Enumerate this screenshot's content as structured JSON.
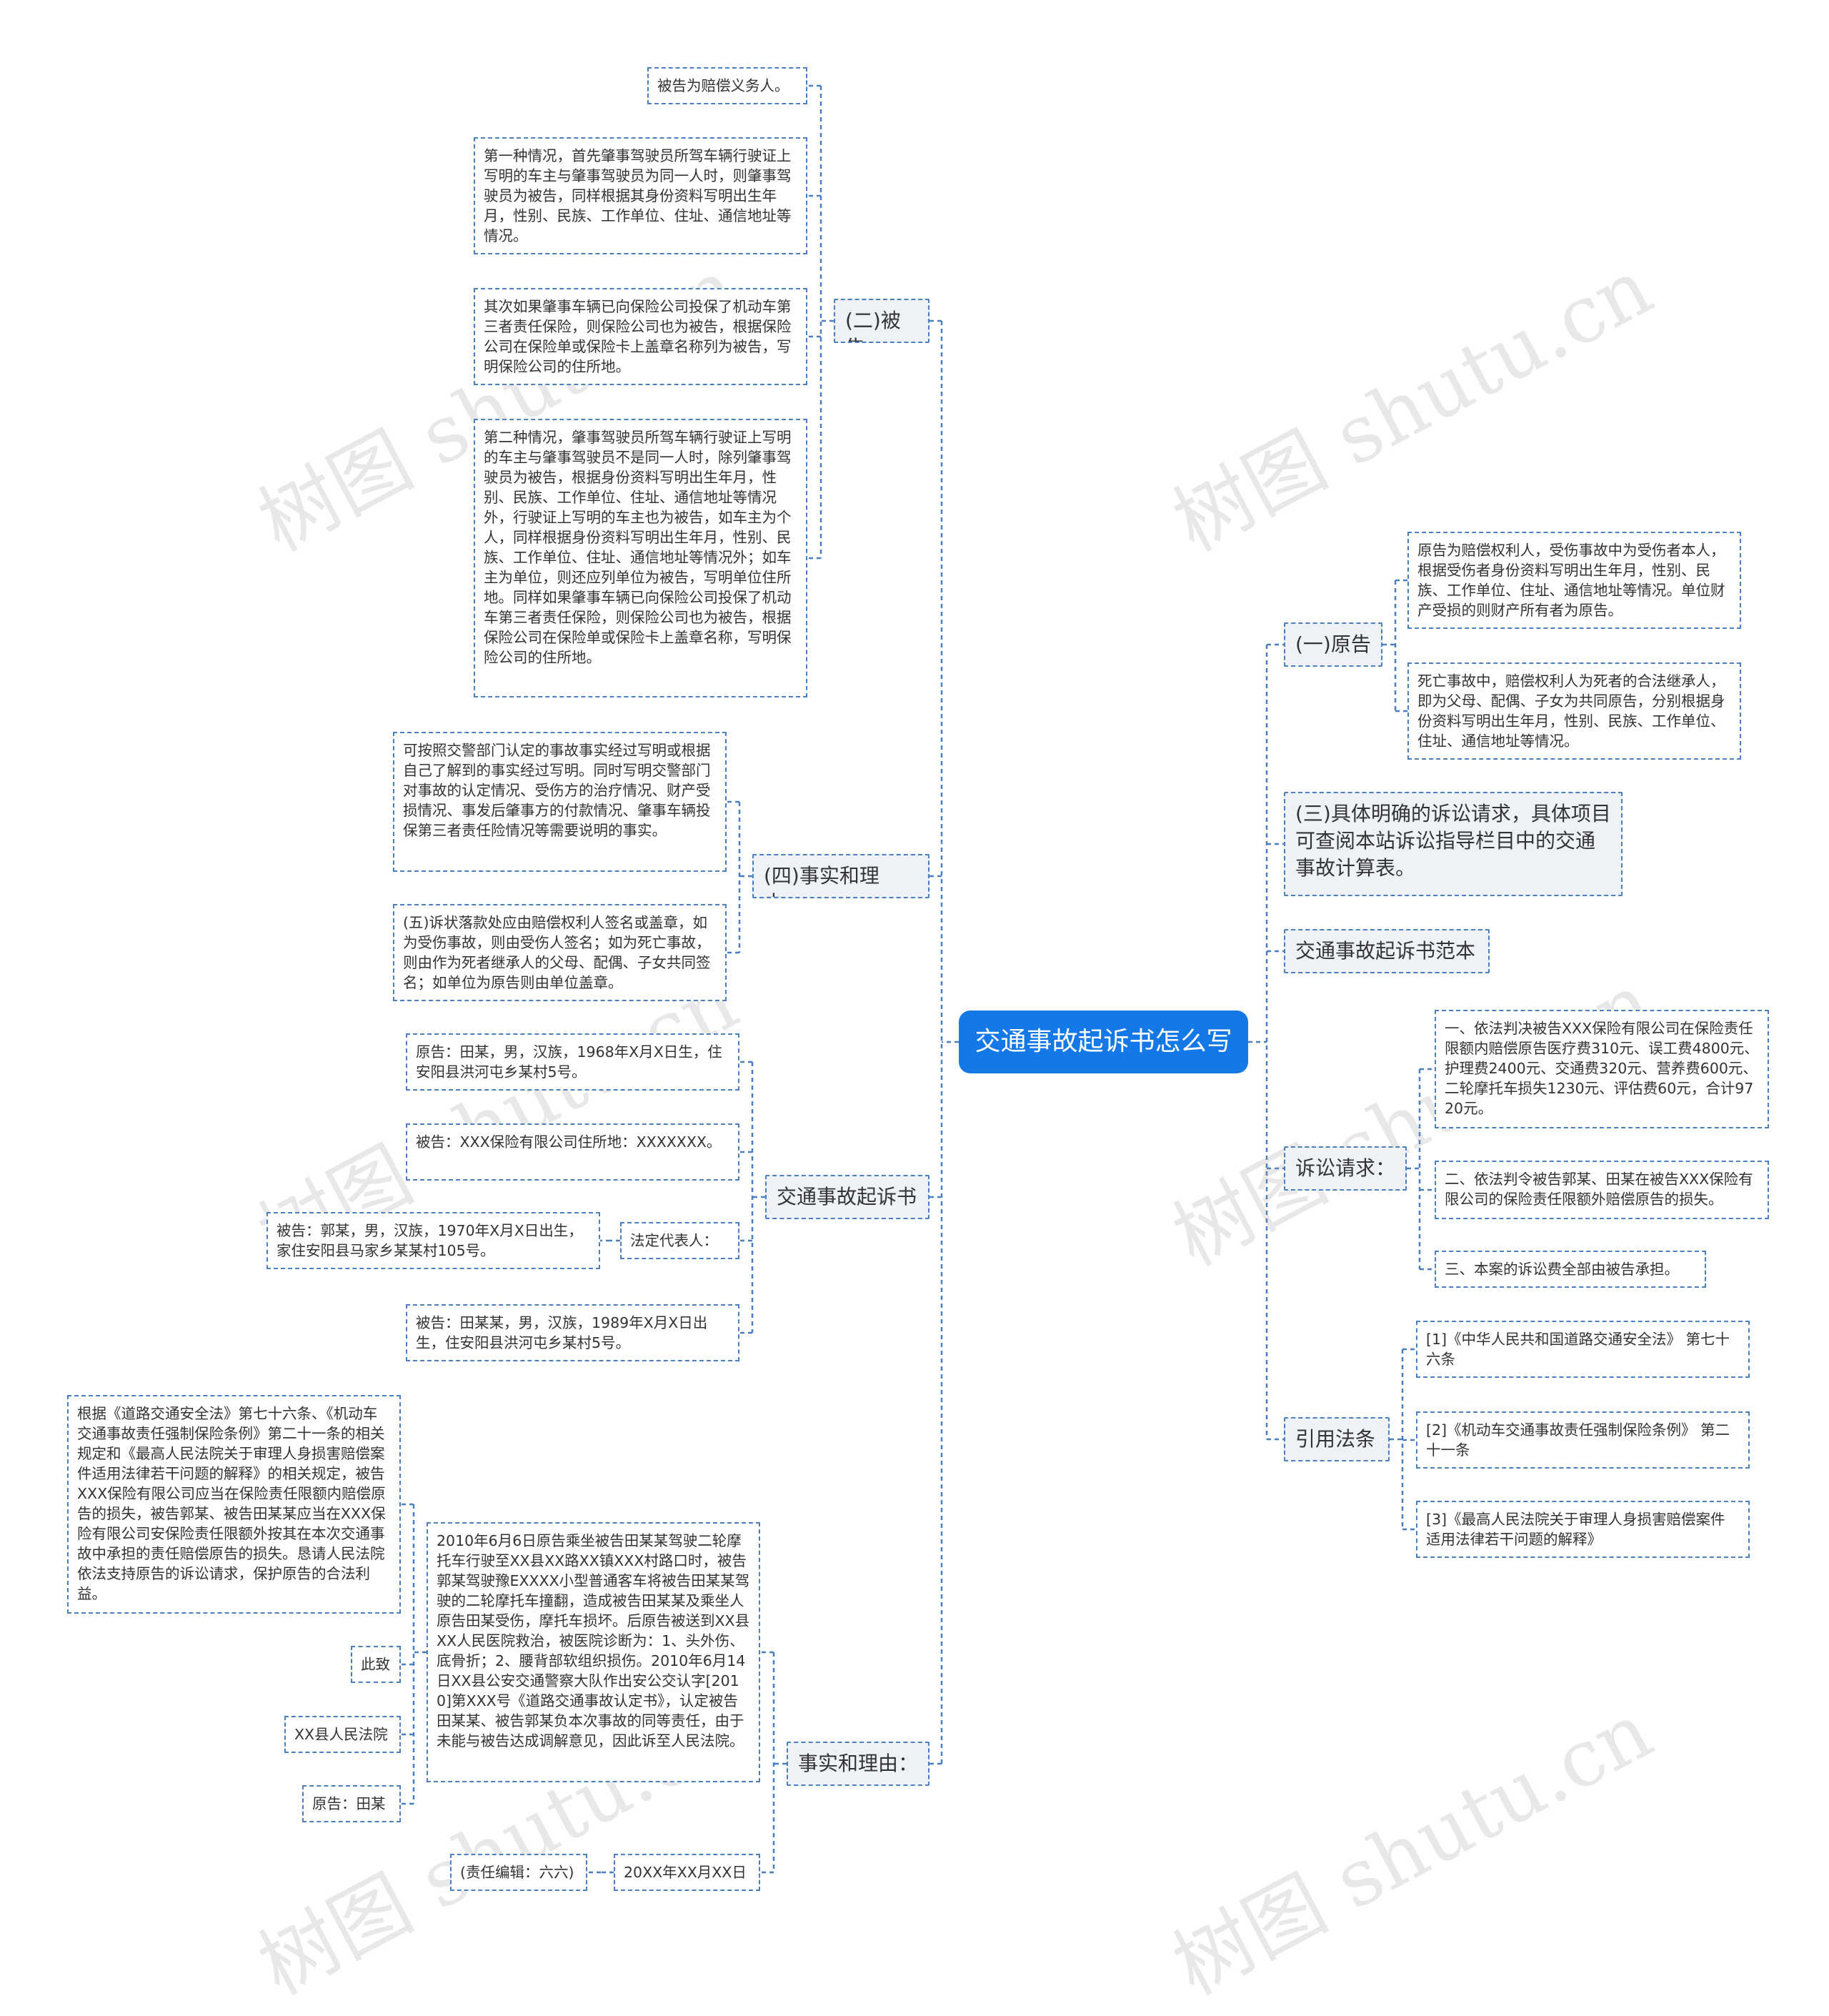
{
  "root": "交通事故起诉书怎么写",
  "left": {
    "defendant": {
      "label": "(二)被告",
      "items": [
        "被告为赔偿义务人。",
        "第一种情况，首先肇事驾驶员所驾车辆行驶证上写明的车主与肇事驾驶员为同一人时，则肇事驾驶员为被告，同样根据其身份资料写明出生年月，性别、民族、工作单位、住址、通信地址等情况。",
        "其次如果肇事车辆已向保险公司投保了机动车第三者责任保险，则保险公司也为被告，根据保险公司在保险单或保险卡上盖章名称列为被告，写明保险公司的住所地。",
        "第二种情况，肇事驾驶员所驾车辆行驶证上写明的车主与肇事驾驶员不是同一人时，除列肇事驾驶员为被告，根据身份资料写明出生年月，性别、民族、工作单位、住址、通信地址等情况外，行驶证上写明的车主也为被告，如车主为个人，同样根据身份资料写明出生年月，性别、民族、工作单位、住址、通信地址等情况外；如车主为单位，则还应列单位为被告，写明单位住所地。同样如果肇事车辆已向保险公司投保了机动车第三者责任保险，则保险公司也为被告，根据保险公司在保险单或保险卡上盖章名称，写明保险公司的住所地。"
      ]
    },
    "facts4": {
      "label": "(四)事实和理由：",
      "items": [
        "可按照交警部门认定的事故事实经过写明或根据自己了解到的事实经过写明。同时写明交警部门对事故的认定情况、受伤方的治疗情况、财产受损情况、事发后肇事方的付款情况、肇事车辆投保第三者责任险情况等需要说明的事实。",
        "(五)诉状落款处应由赔偿权利人签名或盖章，如为受伤事故，则由受伤人签名；如为死亡事故，则由作为死者继承人的父母、配偶、子女共同签名；如单位为原告则由单位盖章。"
      ]
    },
    "complaint": {
      "label": "交通事故起诉书",
      "items": [
        "原告：田某，男，汉族，1968年X月X日生，住安阳县洪河屯乡某村5号。",
        "被告：XXX保险有限公司住所地：XXXXXXX。",
        "法定代表人：",
        "被告：田某某，男，汉族，1989年X月X日出生，住安阳县洪河屯乡某村5号。"
      ],
      "rep_child": "被告：郭某，男，汉族，1970年X月X日出生，家住安阳县马家乡某某村105号。"
    },
    "facts": {
      "label": "事实和理由：",
      "narrative": "2010年6月6日原告乘坐被告田某某驾驶二轮摩托车行驶至XX县XX路XX镇XXX村路口时，被告郭某驾驶豫EXXXX小型普通客车将被告田某某驾驶的二轮摩托车撞翻，造成被告田某某及乘坐人原告田某受伤，摩托车损坏。后原告被送到XX县XX人民医院救治，被医院诊断为：1、头外伤、底骨折；2、腰背部软组织损伤。2010年6月14日XX县公安交通警察大队作出安公交认字[2010]第XXX号《道路交通事故认定书》，认定被告田某某、被告郭某负本次事故的同等责任，由于未能与被告达成调解意见，因此诉至人民法院。",
      "narrative_children": [
        "根据《道路交通安全法》第七十六条、《机动车交通事故责任强制保险条例》第二十一条的相关规定和《最高人民法院关于审理人身损害赔偿案件适用法律若干问题的解释》的相关规定，被告XXX保险有限公司应当在保险责任限额内赔偿原告的损失，被告郭某、被告田某某应当在XXX保险有限公司安保险责任限额外按其在本次交通事故中承担的责任赔偿原告的损失。恳请人民法院依法支持原告的诉讼请求，保护原告的合法利益。",
        "此致",
        "XX县人民法院",
        "原告：田某"
      ],
      "date": "20XX年XX月XX日",
      "editor": "(责任编辑：六六)"
    }
  },
  "right": {
    "plaintiff": {
      "label": "(一)原告",
      "items": [
        "原告为赔偿权利人，受伤事故中为受伤者本人，根据受伤者身份资料写明出生年月，性别、民族、工作单位、住址、通信地址等情况。单位财产受损的则财产所有者为原告。",
        "死亡事故中，赔偿权利人为死者的合法继承人，即为父母、配偶、子女为共同原告，分别根据身份资料写明出生年月，性别、民族、工作单位、住址、通信地址等情况。"
      ]
    },
    "claims3": "(三)具体明确的诉讼请求，具体项目可查阅本站诉讼指导栏目中的交通事故计算表。",
    "sample": "交通事故起诉书范本",
    "claims": {
      "label": "诉讼请求：",
      "items": [
        "一、依法判决被告XXX保险有限公司在保险责任限额内赔偿原告医疗费310元、误工费4800元、护理费2400元、交通费320元、营养费600元、二轮摩托车损失1230元、评估费60元，合计9720元。",
        "二、依法判令被告郭某、田某在被告XXX保险有限公司的保险责任限额外赔偿原告的损失。",
        "三、本案的诉讼费全部由被告承担。"
      ]
    },
    "laws": {
      "label": "引用法条",
      "items": [
        "[1]《中华人民共和国道路交通安全法》 第七十六条",
        "[2]《机动车交通事故责任强制保险条例》 第二十一条",
        "[3]《最高人民法院关于审理人身损害赔偿案件适用法律若干问题的解释》"
      ]
    }
  },
  "watermark": "树图 shutu.cn",
  "colors": {
    "root_bg": "#1478e6",
    "line": "#4a7fc1",
    "branch_bg": "#eef1f6"
  }
}
